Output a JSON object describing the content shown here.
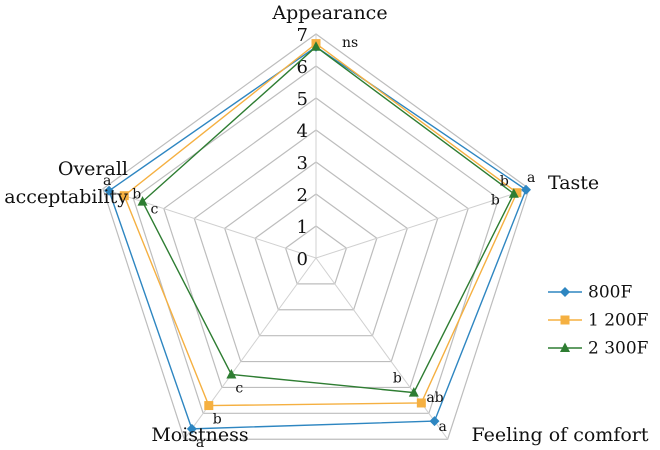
{
  "chart_data": {
    "type": "radar",
    "axes": [
      "Appearance",
      "Taste",
      "Feeling of comfort",
      "Moistness",
      "Overall acceptability"
    ],
    "axis_label_lines": [
      [
        "Appearance"
      ],
      [
        "Taste"
      ],
      [
        "Feeling of comfort"
      ],
      [
        "Moistness"
      ],
      [
        "Overall",
        "acceptability"
      ]
    ],
    "rlim": [
      0,
      7
    ],
    "ticks": [
      "0",
      "1",
      "2",
      "3",
      "4",
      "5",
      "6",
      "7"
    ],
    "series": [
      {
        "name": "800F",
        "color": "#2e86c1",
        "marker": "diamond",
        "values": [
          6.6,
          6.9,
          6.3,
          6.6,
          6.8
        ]
      },
      {
        "name": "1 200F",
        "color": "#f5b041",
        "marker": "square",
        "values": [
          6.7,
          6.6,
          5.6,
          5.7,
          6.3
        ]
      },
      {
        "name": "2 300F",
        "color": "#2e7d32",
        "marker": "triangle",
        "values": [
          6.6,
          6.5,
          5.2,
          4.5,
          5.7
        ]
      }
    ],
    "significance_labels": [
      [
        "ns"
      ],
      [
        "a",
        "b",
        "b"
      ],
      [
        "a",
        "ab",
        "b"
      ],
      [
        "a",
        "b",
        "c"
      ],
      [
        "a",
        "b",
        "c"
      ]
    ],
    "legend_position": "right",
    "grid": true
  }
}
